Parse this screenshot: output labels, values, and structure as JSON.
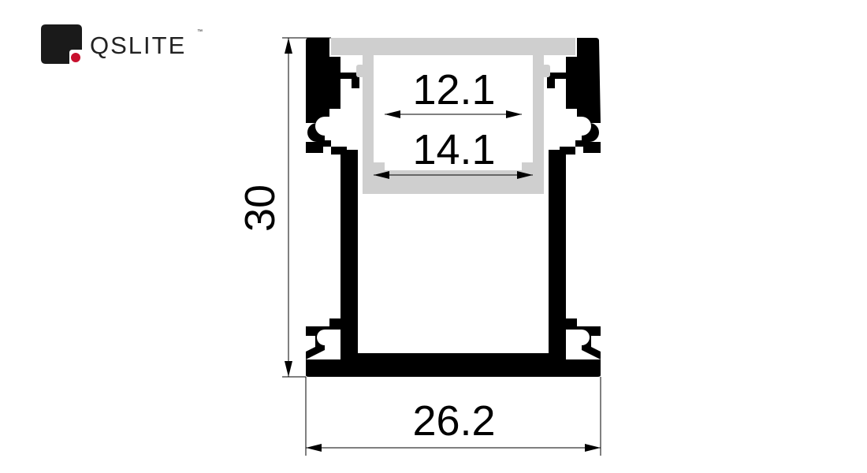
{
  "brand": {
    "name": "QSLITE",
    "trademark": "™",
    "accent_color": "#c8102e"
  },
  "colors": {
    "profile": "#000000",
    "diffuser": "#cfcfcf",
    "dimension_lines": "#000000"
  },
  "dimensions": {
    "height": "30",
    "width": "26.2",
    "inner_top": "12.1",
    "inner_bottom": "14.1"
  }
}
